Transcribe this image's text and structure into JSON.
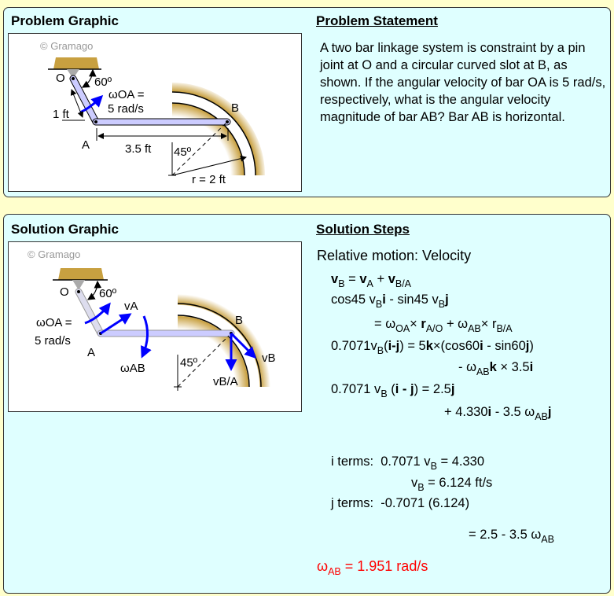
{
  "problem": {
    "graphic_title": "Problem Graphic",
    "statement_title": "Problem Statement",
    "statement": "A two bar linkage system is constraint by a pin joint at O and a circular curved slot at B, as shown. If the angular velocity of bar OA is 5 rad/s, respectively, what is the angular velocity magnitude of bar AB? Bar AB is horizontal.",
    "diagram": {
      "watermark": "© Gramago",
      "O": "O",
      "A": "A",
      "B": "B",
      "angle60": "60º",
      "omega_oa": "ωOA =",
      "omega_val": "5 rad/s",
      "len_oa": "1 ft",
      "len_ab": "3.5 ft",
      "angle45": "45º",
      "radius": "r = 2 ft"
    }
  },
  "solution": {
    "graphic_title": "Solution Graphic",
    "steps_title": "Solution Steps",
    "diagram": {
      "watermark": "© Gramago",
      "O": "O",
      "A": "A",
      "B": "B",
      "angle60": "60º",
      "omega_oa": "ωOA =",
      "omega_val": "5 rad/s",
      "vA": "vA",
      "omega_ab": "ωAB",
      "angle45": "45º",
      "vB": "vB",
      "vBA": "vB/A"
    },
    "heading": "Relative motion: Velocity",
    "lines": [
      {
        "segments": [
          {
            "t": "v",
            "s": "b"
          },
          {
            "t": "B",
            "s": "sub"
          },
          {
            "t": " = "
          },
          {
            "t": "v",
            "s": "b"
          },
          {
            "t": "A",
            "s": "sub"
          },
          {
            "t": " + "
          },
          {
            "t": "v",
            "s": "b"
          },
          {
            "t": "B/A",
            "s": "sub"
          }
        ]
      },
      {
        "segments": [
          {
            "t": "cos45 v"
          },
          {
            "t": "B",
            "s": "sub"
          },
          {
            "t": "i",
            "s": "b"
          },
          {
            "t": " - sin45 v"
          },
          {
            "t": "B",
            "s": "sub"
          },
          {
            "t": "j",
            "s": "b"
          }
        ]
      },
      {
        "segments": [
          {
            "t": "= ω"
          },
          {
            "t": "OA",
            "s": "sub"
          },
          {
            "t": "× "
          },
          {
            "t": "r",
            "s": "b"
          },
          {
            "t": "A/O",
            "s": "sub"
          },
          {
            "t": " + ω"
          },
          {
            "t": "AB",
            "s": "sub"
          },
          {
            "t": "× r"
          },
          {
            "t": "B/A",
            "s": "sub"
          }
        ]
      },
      {
        "segments": [
          {
            "t": "0.7071v"
          },
          {
            "t": "B",
            "s": "sub"
          },
          {
            "t": "("
          },
          {
            "t": "i-j",
            "s": "b"
          },
          {
            "t": ") = 5"
          },
          {
            "t": "k",
            "s": "b"
          },
          {
            "t": "×(cos60"
          },
          {
            "t": "i",
            "s": "b"
          },
          {
            "t": " - sin60"
          },
          {
            "t": "j",
            "s": "b"
          },
          {
            "t": ")"
          }
        ]
      },
      {
        "segments": [
          {
            "t": "- ω"
          },
          {
            "t": "AB",
            "s": "sub"
          },
          {
            "t": "k",
            "s": "b"
          },
          {
            "t": " × 3.5"
          },
          {
            "t": "i",
            "s": "b"
          }
        ]
      },
      {
        "segments": [
          {
            "t": "0.7071 v"
          },
          {
            "t": "B",
            "s": "sub"
          },
          {
            "t": " ("
          },
          {
            "t": "i - j",
            "s": "b"
          },
          {
            "t": ") = 2.5"
          },
          {
            "t": "j",
            "s": "b"
          }
        ]
      },
      {
        "segments": [
          {
            "t": "+ 4.330"
          },
          {
            "t": "i",
            "s": "b"
          },
          {
            "t": " - 3.5 ω"
          },
          {
            "t": "AB",
            "s": "sub"
          },
          {
            "t": "j",
            "s": "b"
          }
        ]
      },
      {
        "segments": [
          {
            "t": "i terms:  0.7071 v"
          },
          {
            "t": "B",
            "s": "sub"
          },
          {
            "t": " = 4.330"
          }
        ]
      },
      {
        "segments": [
          {
            "t": "v"
          },
          {
            "t": "B",
            "s": "sub"
          },
          {
            "t": " = 6.124 ft/s"
          }
        ]
      },
      {
        "segments": [
          {
            "t": "j terms:  -0.7071 (6.124)"
          }
        ]
      },
      {
        "segments": [
          {
            "t": "= 2.5 - 3.5 ω"
          },
          {
            "t": "AB",
            "s": "sub"
          }
        ]
      },
      {
        "segments": [
          {
            "t": "ω"
          },
          {
            "t": "AB",
            "s": "sub"
          },
          {
            "t": " = 1.951 rad/s"
          }
        ]
      }
    ],
    "answer_color": "#ff0000"
  },
  "colors": {
    "page_bg": "#ffffcc",
    "panel_bg": "#dfffff",
    "bar": "#ccccff",
    "vector": "#0000ff",
    "ground": "#c8a040"
  }
}
